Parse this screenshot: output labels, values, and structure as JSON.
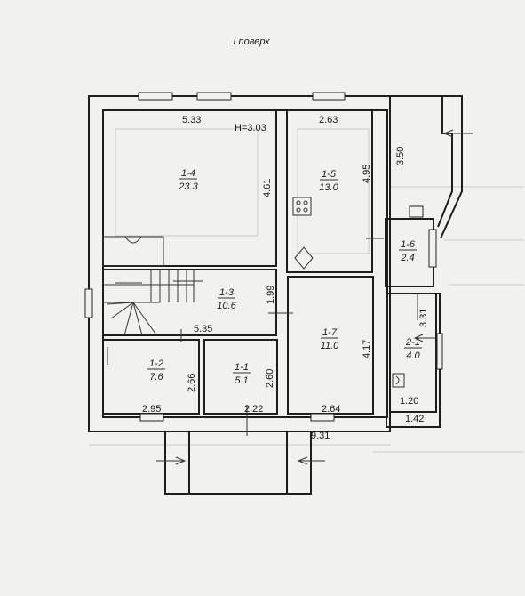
{
  "title": "I поверх",
  "ceiling_height": "H=3.03",
  "rooms": [
    {
      "id": "room-1-4",
      "number": "1-4",
      "area": "23.3"
    },
    {
      "id": "room-1-5",
      "number": "1-5",
      "area": "13.0"
    },
    {
      "id": "room-1-6",
      "number": "1-6",
      "area": "2.4"
    },
    {
      "id": "room-1-3",
      "number": "1-3",
      "area": "10.6"
    },
    {
      "id": "room-1-7",
      "number": "1-7",
      "area": "11.0"
    },
    {
      "id": "room-1-2",
      "number": "1-2",
      "area": "7.6"
    },
    {
      "id": "room-1-1",
      "number": "1-1",
      "area": "5.1"
    },
    {
      "id": "room-2-1",
      "number": "2-1",
      "area": "4.0"
    }
  ],
  "dimensions": {
    "d533": "5.33",
    "d263": "2.63",
    "d350": "3.50",
    "d461": "4.61",
    "d495": "4.95",
    "d199": "1.99",
    "d535": "5.35",
    "d331": "3.31",
    "d417": "4.17",
    "d266": "2.66",
    "d260": "2.60",
    "d295": "2.95",
    "d222": "2.22",
    "d264": "2.64",
    "d120": "1.20",
    "d142": "1.42",
    "d931": "9.31"
  }
}
